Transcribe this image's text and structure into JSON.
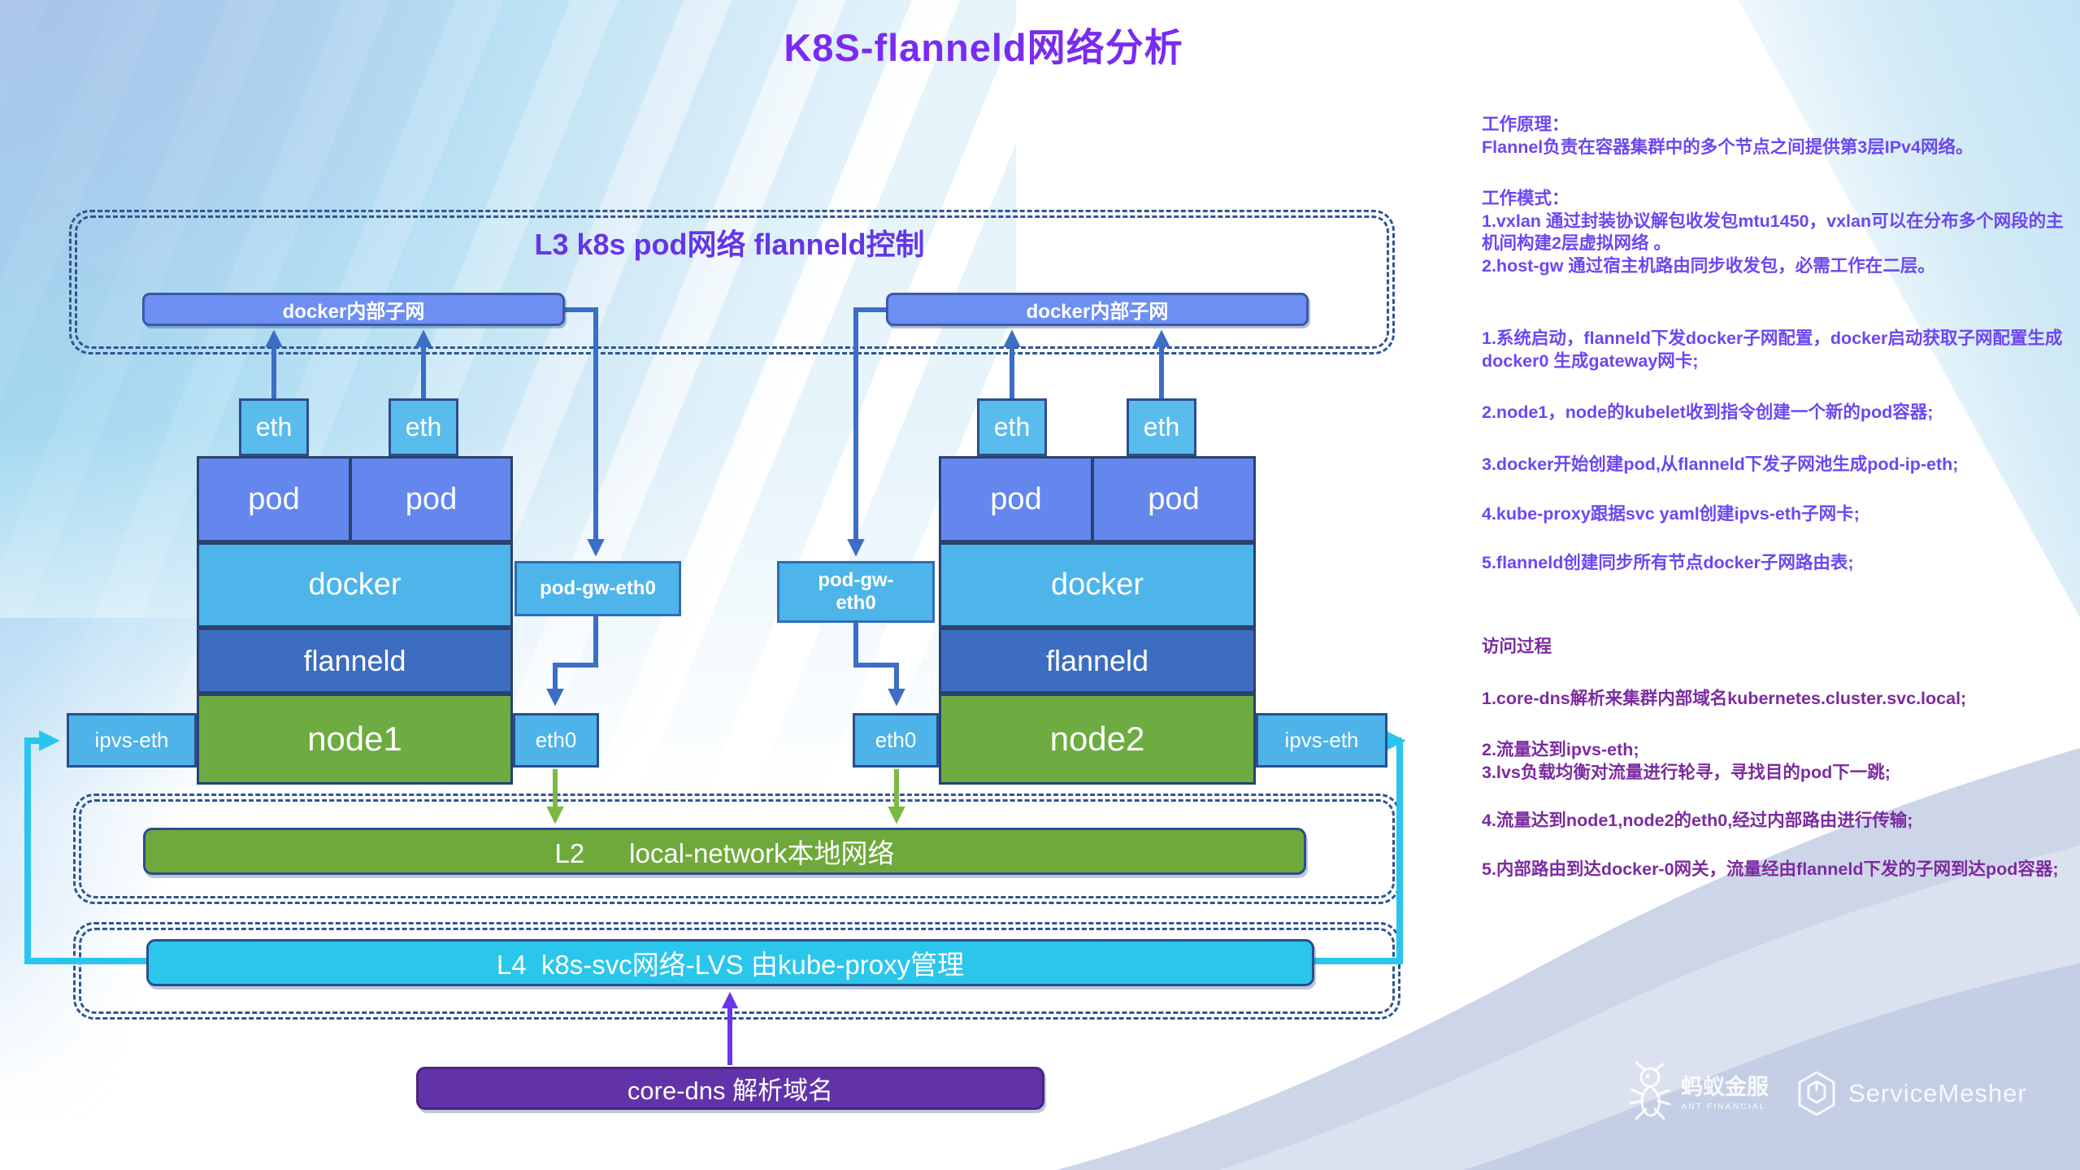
{
  "title": "K8S-flanneld网络分析",
  "l3_box": {
    "title": "L3  k8s pod网络 flanneld控制",
    "subnet_label": "docker内部子网"
  },
  "node1": {
    "name": "node1",
    "eth": "eth",
    "pod": "pod",
    "docker": "docker",
    "flanneld": "flanneld",
    "ipvs_eth": "ipvs-eth",
    "eth0": "eth0",
    "pod_gw": "pod-gw-eth0"
  },
  "node2": {
    "name": "node2",
    "eth": "eth",
    "pod": "pod",
    "docker": "docker",
    "flanneld": "flanneld",
    "ipvs_eth": "ipvs-eth",
    "eth0": "eth0",
    "pod_gw": "pod-gw-\neth0"
  },
  "bars": {
    "l2": "L2      local-network本地网络",
    "l4": "L4  k8s-svc网络-LVS 由kube-proxy管理",
    "core_dns": "core-dns 解析域名"
  },
  "right_panel": {
    "sections": [
      {
        "text": "工作原理：\nFlannel负责在容器集群中的多个节点之间提供第3层IPv4网络。",
        "group": "principle"
      },
      {
        "text": "工作模式：\n1.vxlan 通过封装协议解包收发包mtu1450，vxlan可以在分布多个网段的主机间构建2层虚拟网络 。\n2.host-gw 通过宿主机路由同步收发包，必需工作在二层。",
        "group": "principle"
      },
      {
        "text": "1.系统启动，flanneld下发docker子网配置，docker启动获取子网配置生成docker0 生成gateway网卡;",
        "group": "principle"
      },
      {
        "text": "2.node1，node的kubelet收到指令创建一个新的pod容器;",
        "group": "principle"
      },
      {
        "text": "3.docker开始创建pod,从flanneld下发子网池生成pod-ip-eth;",
        "group": "principle"
      },
      {
        "text": "4.kube-proxy跟据svc yaml创建ipvs-eth子网卡;",
        "group": "principle"
      },
      {
        "text": "5.flanneld创建同步所有节点docker子网路由表;",
        "group": "principle"
      },
      {
        "text": "访问过程",
        "group": "access"
      },
      {
        "text": "1.core-dns解析来集群内部域名kubernetes.cluster.svc.local;",
        "group": "access"
      },
      {
        "text": "2.流量达到ipvs-eth;\n3.lvs负载均衡对流量进行轮寻，寻找目的pod下一跳;",
        "group": "access"
      },
      {
        "text": "4.流量达到node1,node2的eth0,经过内部路由进行传输;",
        "group": "access"
      },
      {
        "text": "5.内部路由到达docker-0网关，流量经由flanneld下发的子网到达pod容器;",
        "group": "access"
      }
    ]
  },
  "footer": {
    "ant_name": "蚂蚁金服",
    "ant_sub": "ANT FINANCIAL",
    "mesher_name": "ServiceMesher"
  },
  "colors": {
    "title_purple": "#7a2bf2",
    "l3_title_purple": "#6535e8",
    "principle_text": "#6d47f2",
    "access_text": "#7c2ba0",
    "arrow_blue": "#3b6ec5",
    "arrow_green": "#7cb944",
    "arrow_cyan": "#29c5ee",
    "arrow_purple": "#6a35e8",
    "subnet_fill": "#6d8ff2",
    "pod_fill": "#6487ee",
    "docker_fill": "#4db5ea",
    "flanneld_fill": "#3d6dc0",
    "node_fill": "#6cac40",
    "nic_fill": "#4db3e8",
    "l2_fill": "#6fa93c",
    "l4_fill": "#2ac6ec",
    "core_dns_fill": "#6233a8",
    "dash_border": "#30558f"
  }
}
